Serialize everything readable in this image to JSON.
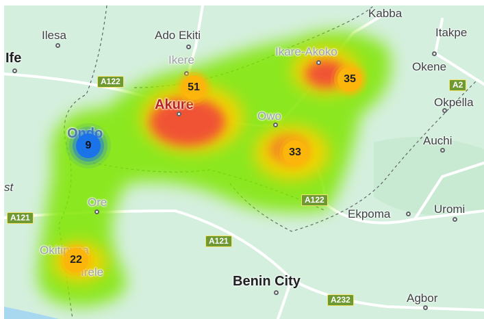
{
  "places": [
    {
      "id": "kabba",
      "label": "Kabba"
    },
    {
      "id": "ilesa",
      "label": "Ilesa"
    },
    {
      "id": "ado-ekiti",
      "label": "Ado Ekiti"
    },
    {
      "id": "itakpe",
      "label": "Itakpe"
    },
    {
      "id": "ife",
      "label": "Ife"
    },
    {
      "id": "ikere",
      "label": "Ikere"
    },
    {
      "id": "ikare-akoko",
      "label": "Ikare-Akoko"
    },
    {
      "id": "okene",
      "label": "Okene"
    },
    {
      "id": "akure",
      "label": "Akure"
    },
    {
      "id": "okpella",
      "label": "Okpella"
    },
    {
      "id": "owo",
      "label": "Owo"
    },
    {
      "id": "ondo",
      "label": "Ondo"
    },
    {
      "id": "auchi",
      "label": "Auchi"
    },
    {
      "id": "st",
      "label": "st"
    },
    {
      "id": "ore",
      "label": "Ore"
    },
    {
      "id": "ekpoma",
      "label": "Ekpoma"
    },
    {
      "id": "uromi",
      "label": "Uromi"
    },
    {
      "id": "okitipupa",
      "label": "Okitipupa"
    },
    {
      "id": "irele",
      "label": "Irele"
    },
    {
      "id": "benin-city",
      "label": "Benin City"
    },
    {
      "id": "agbor",
      "label": "Agbor"
    }
  ],
  "road_shields": [
    "A122",
    "A2",
    "A122",
    "A121",
    "A121",
    "A232"
  ],
  "clusters": [
    {
      "id": "akure",
      "count": "51",
      "color": "#fbb50b"
    },
    {
      "id": "ikare",
      "count": "35",
      "color": "#fbb50b"
    },
    {
      "id": "ondo",
      "count": "9",
      "color": "#1a73e8"
    },
    {
      "id": "owo",
      "count": "33",
      "color": "#fbb50b"
    },
    {
      "id": "okitipupa",
      "count": "22",
      "color": "#fbb50b"
    }
  ],
  "colors": {
    "land": "#d4efdd",
    "heat_low": "#7fe600",
    "heat_mid": "#ffd000",
    "heat_high": "#f03c3c",
    "cluster_orange": "#fbb50b",
    "cluster_blue": "#1a73e8"
  }
}
